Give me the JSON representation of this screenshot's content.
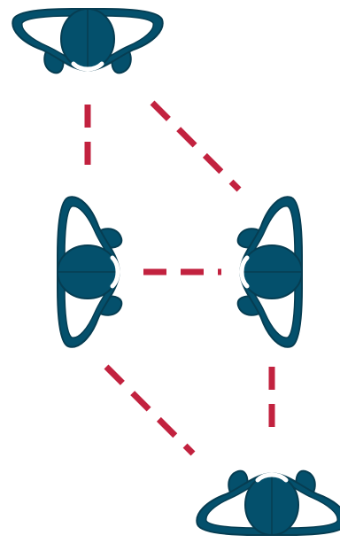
{
  "colors": {
    "background": "#ffffff",
    "person_fill": "#04506c",
    "person_outline": "#063d52",
    "person_light": "#ffffff",
    "connector": "#c2223f"
  },
  "people": [
    {
      "id": "p1",
      "icon": "person-top-view-icon",
      "facing": "down"
    },
    {
      "id": "p2",
      "icon": "person-top-view-icon",
      "facing": "right"
    },
    {
      "id": "p3",
      "icon": "person-top-view-icon",
      "facing": "left"
    },
    {
      "id": "p4",
      "icon": "person-top-view-icon",
      "facing": "up"
    }
  ],
  "connections": [
    {
      "from": "p1",
      "to": "p2",
      "style": "dashed"
    },
    {
      "from": "p1",
      "to": "p3",
      "style": "dashed"
    },
    {
      "from": "p2",
      "to": "p3",
      "style": "dashed"
    },
    {
      "from": "p2",
      "to": "p4",
      "style": "dashed"
    },
    {
      "from": "p3",
      "to": "p4",
      "style": "dashed"
    }
  ]
}
